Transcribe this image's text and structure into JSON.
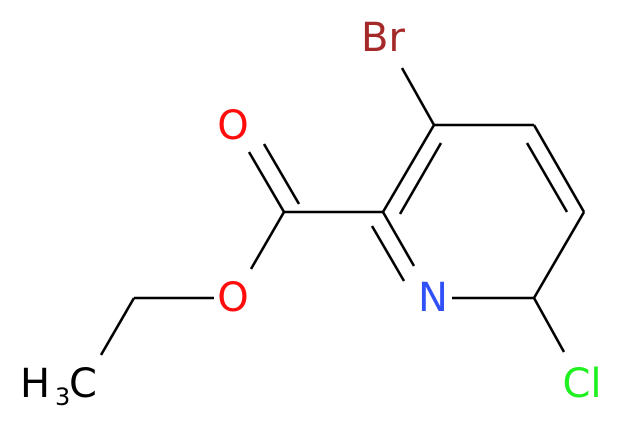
{
  "molecule": {
    "atoms": {
      "bromine": {
        "symbol": "Br",
        "color": "#A62929"
      },
      "oxygen_carbonyl": {
        "symbol": "O",
        "color": "#FF0D0D"
      },
      "oxygen_ester": {
        "symbol": "O",
        "color": "#FF0D0D"
      },
      "nitrogen": {
        "symbol": "N",
        "color": "#3050F8"
      },
      "chlorine": {
        "symbol": "Cl",
        "color": "#1FF01F"
      },
      "methyl": {
        "symbol": "H",
        "subscript": "3",
        "carbon": "C",
        "color": "#000000"
      }
    },
    "bond_color": "#000000"
  }
}
